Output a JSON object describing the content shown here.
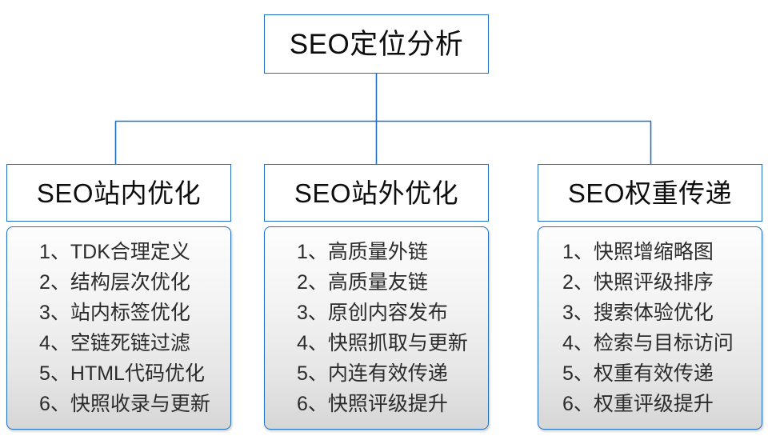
{
  "diagram": {
    "type": "org-chart",
    "root": {
      "title": "SEO定位分析"
    },
    "branches": [
      {
        "title": "SEO站内优化",
        "items": [
          {
            "num": "1、",
            "text": "TDK合理定义"
          },
          {
            "num": "2、",
            "text": "结构层次优化"
          },
          {
            "num": "3、",
            "text": "站内标签优化"
          },
          {
            "num": "4、",
            "text": "空链死链过滤"
          },
          {
            "num": "5、",
            "text": "HTML代码优化"
          },
          {
            "num": "6、",
            "text": "快照收录与更新"
          }
        ]
      },
      {
        "title": "SEO站外优化",
        "items": [
          {
            "num": "1、",
            "text": "高质量外链"
          },
          {
            "num": "2、",
            "text": "高质量友链"
          },
          {
            "num": "3、",
            "text": "原创内容发布"
          },
          {
            "num": "4、",
            "text": "快照抓取与更新"
          },
          {
            "num": "5、",
            "text": "内连有效传递"
          },
          {
            "num": "6、",
            "text": "快照评级提升"
          }
        ]
      },
      {
        "title": "SEO权重传递",
        "items": [
          {
            "num": "1、",
            "text": "快照增缩略图"
          },
          {
            "num": "2、",
            "text": "快照评级排序"
          },
          {
            "num": "3、",
            "text": "搜索体验优化"
          },
          {
            "num": "4、",
            "text": "检索与目标访问"
          },
          {
            "num": "5、",
            "text": "权重有效传递"
          },
          {
            "num": "6、",
            "text": "权重评级提升"
          }
        ]
      }
    ],
    "colors": {
      "border": "#1f6fc4",
      "connector": "#1f6fc4",
      "root_fill": "#ffffff",
      "header_fill": "#ffffff",
      "body_gradient_top": "#fdfdfd",
      "body_gradient_bottom": "#d6d6d6",
      "text": "#2b2b2b",
      "title_text": "#0d0d0d",
      "background": "#ffffff"
    }
  }
}
